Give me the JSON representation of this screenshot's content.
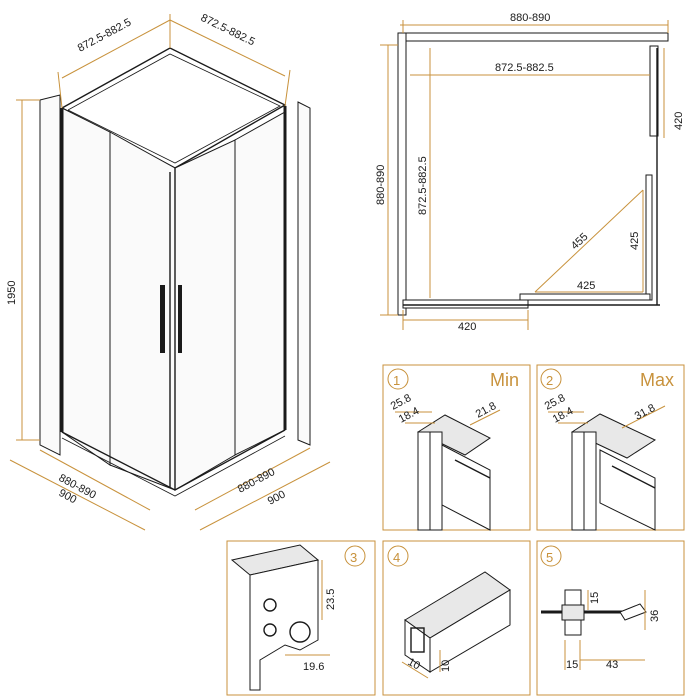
{
  "iso": {
    "top_left_dim": "872.5-882.5",
    "top_right_dim": "872.5-882.5",
    "height_dim": "1950",
    "bottom_left_inner": "880-890",
    "bottom_left_outer": "900",
    "bottom_right_inner": "880-890",
    "bottom_right_outer": "900"
  },
  "plan": {
    "top_dim": "880-890",
    "inner_top_dim": "872.5-882.5",
    "left_dim": "880-890",
    "inner_left_dim": "872.5-882.5",
    "right_dim": "420",
    "diag_dim": "455",
    "diag_v_dim": "425",
    "diag_h_dim": "425",
    "bottom_dim": "420"
  },
  "details": [
    {
      "num": "1",
      "title": "Min",
      "dims": [
        "25.8",
        "18.4",
        "21.8"
      ]
    },
    {
      "num": "2",
      "title": "Max",
      "dims": [
        "25.8",
        "18.4",
        "31.8"
      ]
    },
    {
      "num": "3",
      "dims": [
        "23.5",
        "19.6"
      ]
    },
    {
      "num": "4",
      "dims": [
        "10",
        "10"
      ]
    },
    {
      "num": "5",
      "dims": [
        "15",
        "36",
        "15",
        "43"
      ]
    }
  ]
}
